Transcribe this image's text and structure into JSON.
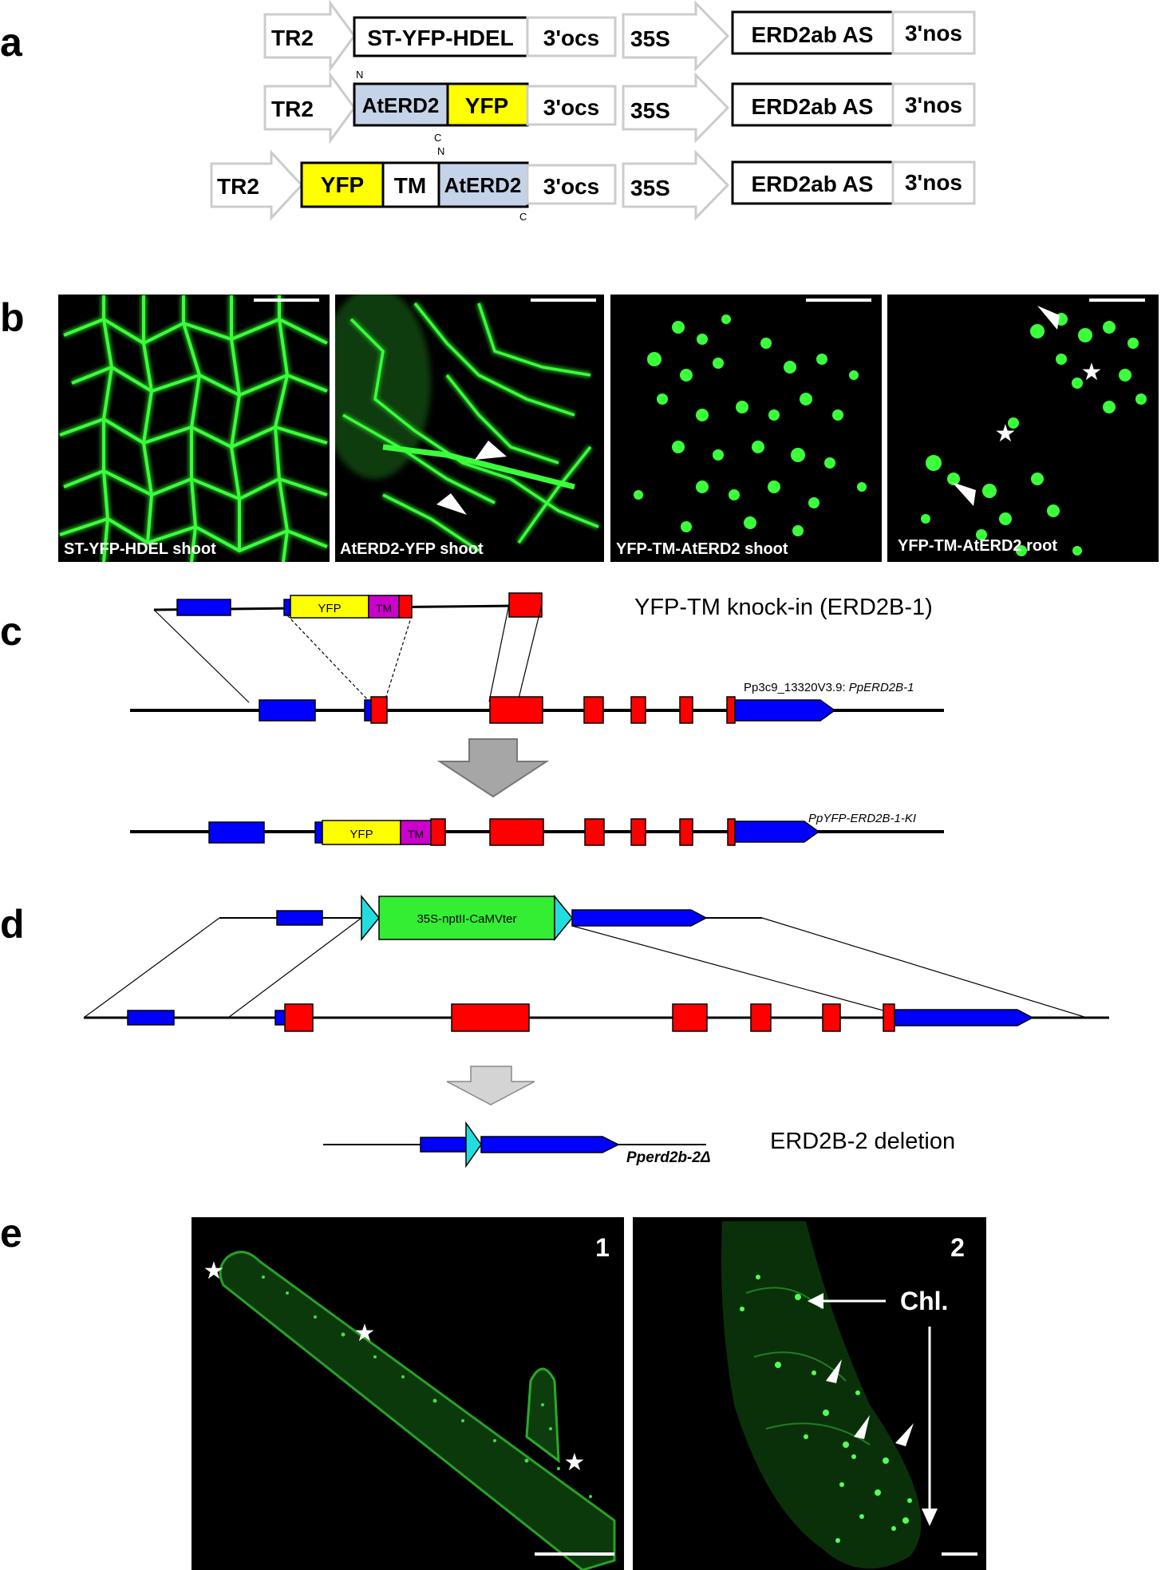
{
  "panels": {
    "a": "a",
    "b": "b",
    "c": "c",
    "d": "d",
    "e": "e"
  },
  "constructs": {
    "row1": {
      "promoter": "TR2",
      "gene": "ST-YFP-HDEL",
      "term": "3'ocs",
      "promoter2": "35S",
      "gene2": "ERD2ab AS",
      "term2": "3'nos"
    },
    "row2": {
      "promoter": "TR2",
      "gene_a": "AtERD2",
      "gene_b": "YFP",
      "n_label": "N",
      "c_label": "C",
      "term": "3'ocs",
      "promoter2": "35S",
      "gene2": "ERD2ab AS",
      "term2": "3'nos"
    },
    "row3": {
      "promoter": "TR2",
      "gene_a": "YFP",
      "gene_b": "TM",
      "gene_c": "AtERD2",
      "n_label": "N",
      "c_label": "C",
      "term": "3'ocs",
      "promoter2": "35S",
      "gene2": "ERD2ab AS",
      "term2": "3'nos"
    }
  },
  "micrographs_b": [
    {
      "caption": "ST-YFP-HDEL shoot"
    },
    {
      "caption": "AtERD2-YFP shoot"
    },
    {
      "caption": "YFP-TM-AtERD2 shoot"
    },
    {
      "caption": "YFP-TM-AtERD2 root"
    }
  ],
  "panel_c": {
    "title": "YFP-TM knock-in (ERD2B-1)",
    "gene_locus_prefix": "Pp3c9_13320V3.9: ",
    "gene_locus_name": "PpERD2B-1",
    "result_name": "PpYFP-ERD2B-1-KI",
    "yfp": "YFP",
    "tm": "TM"
  },
  "panel_d": {
    "cassette": "35S-nptII-CaMVter",
    "result_name": "Pperd2b-2Δ",
    "title": "ERD2B-2 deletion"
  },
  "panel_e": {
    "img1_num": "1",
    "img2_num": "2",
    "chl_label": "Chl."
  },
  "colors": {
    "exon": "#ff0000",
    "utr": "#0000ff",
    "yfp": "#ffff00",
    "tm": "#cc00cc",
    "gene_fill": "#c5d3e8",
    "cassette": "#33ee33",
    "loxp": "#22dddd",
    "fluor": "#22cc22",
    "arrow_gray": "#a6a6a6"
  }
}
